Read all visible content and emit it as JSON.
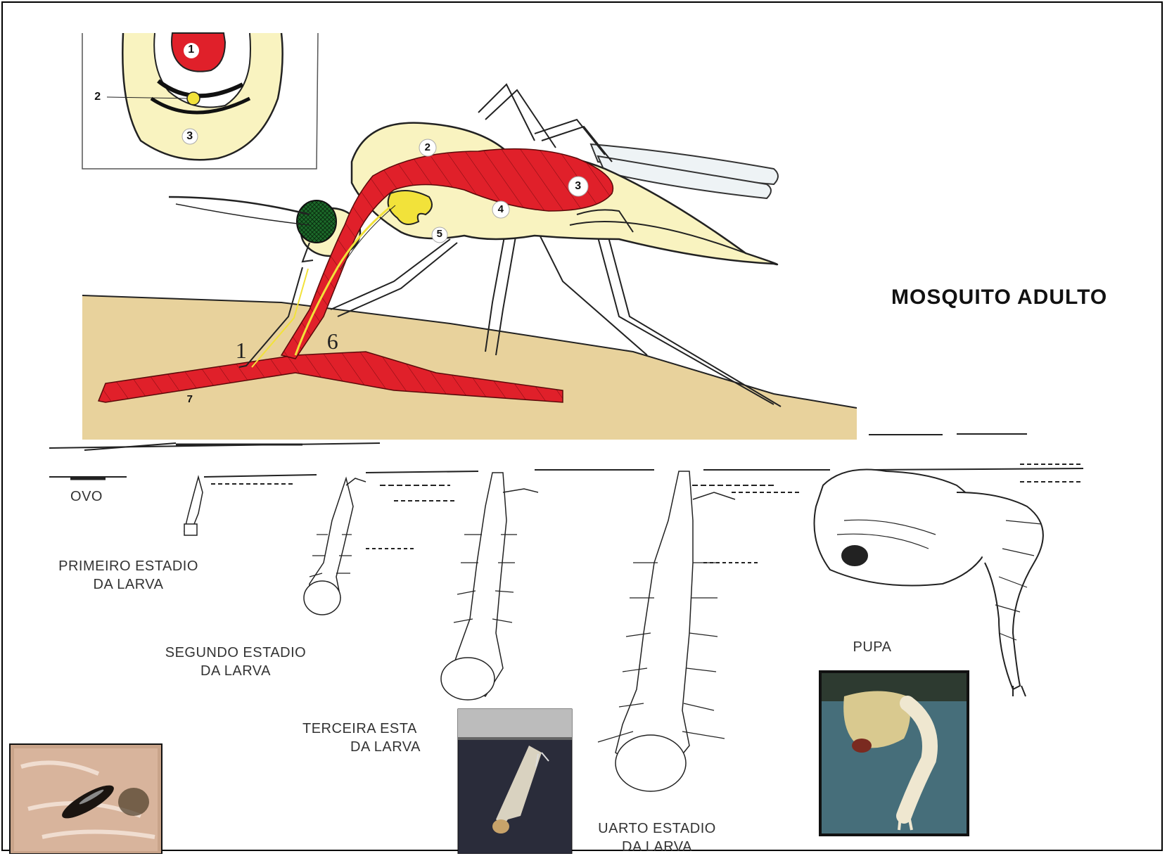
{
  "title": "MOSQUITO ADULTO",
  "inset_labels": [
    "1",
    "2",
    "3"
  ],
  "body_labels": [
    "2",
    "3",
    "4",
    "5",
    "7"
  ],
  "proboscis_labels": [
    "1",
    "6"
  ],
  "stages": {
    "ovo": "OVO",
    "primeiro": {
      "line1": "PRIMEIRO ESTADIO",
      "line2": "DA LARVA"
    },
    "segundo": {
      "line1": "SEGUNDO ESTADIO",
      "line2": "DA LARVA"
    },
    "terceira": {
      "line1": "TERCEIRA ESTA",
      "line2": "DA LARVA"
    },
    "quarto": {
      "line1": "UARTO ESTADIO",
      "line2": "DA LARVA"
    },
    "pupa": "PUPA"
  },
  "colors": {
    "skin": "#e8d29c",
    "body": "#f9f3c0",
    "blood": "#e0202a",
    "salivary": "#f2e23a",
    "eye": "#1c6b2a"
  }
}
